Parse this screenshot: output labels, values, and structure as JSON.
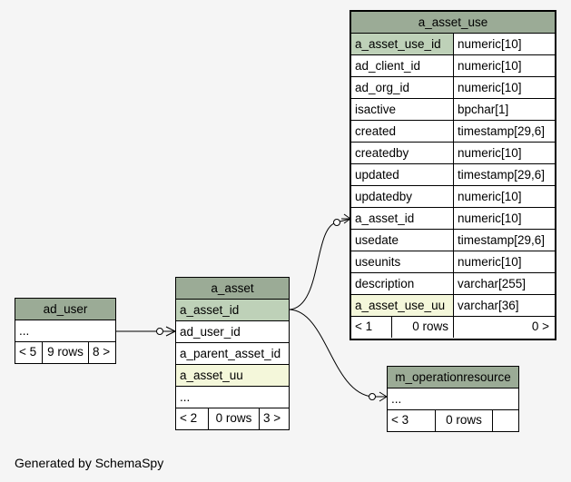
{
  "footer": "Generated by SchemaSpy",
  "ad_user": {
    "title": "ad_user",
    "ellipsis": "...",
    "nav": [
      "< 5",
      "9 rows",
      "8 >"
    ]
  },
  "a_asset": {
    "title": "a_asset",
    "columns": [
      "a_asset_id",
      "ad_user_id",
      "a_parent_asset_id",
      "a_asset_uu"
    ],
    "ellipsis": "...",
    "nav": [
      "< 2",
      "0 rows",
      "3 >"
    ]
  },
  "a_asset_use": {
    "title": "a_asset_use",
    "columns": [
      {
        "name": "a_asset_use_id",
        "type": "numeric[10]"
      },
      {
        "name": "ad_client_id",
        "type": "numeric[10]"
      },
      {
        "name": "ad_org_id",
        "type": "numeric[10]"
      },
      {
        "name": "isactive",
        "type": "bpchar[1]"
      },
      {
        "name": "created",
        "type": "timestamp[29,6]"
      },
      {
        "name": "createdby",
        "type": "numeric[10]"
      },
      {
        "name": "updated",
        "type": "timestamp[29,6]"
      },
      {
        "name": "updatedby",
        "type": "numeric[10]"
      },
      {
        "name": "a_asset_id",
        "type": "numeric[10]"
      },
      {
        "name": "usedate",
        "type": "timestamp[29,6]"
      },
      {
        "name": "useunits",
        "type": "numeric[10]"
      },
      {
        "name": "description",
        "type": "varchar[255]"
      },
      {
        "name": "a_asset_use_uu",
        "type": "varchar[36]"
      }
    ],
    "nav": [
      "< 1",
      "0 rows",
      "0 >"
    ]
  },
  "m_operationresource": {
    "title": "m_operationresource",
    "ellipsis": "...",
    "nav": [
      "< 3",
      "0 rows",
      ""
    ]
  }
}
